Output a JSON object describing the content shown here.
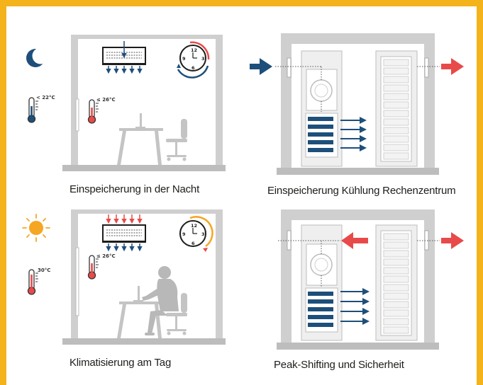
{
  "captions": {
    "night_storage": "Einspeicherung in der Nacht",
    "datacenter_storage": "Einspeicherung Kühlung Rechenzentrum",
    "day_aircon": "Klimatisierung am Tag",
    "peak_shifting": "Peak-Shifting und Sicherheit"
  },
  "temperatures": {
    "night_outdoor": "< 22°C",
    "night_indoor": "≤ 26°C",
    "day_outdoor": "30°C",
    "day_indoor": "≤ 26°C"
  },
  "clock": {
    "n12": "12",
    "n3": "3",
    "n6": "6",
    "n9": "9"
  },
  "icons": {
    "night": "moon-icon",
    "day": "sun-icon",
    "thermometer_cool": "thermometer-blue-icon",
    "thermometer_warm": "thermometer-red-icon"
  },
  "colors": {
    "frame": "#f4b31a",
    "cool_blue": "#1d4f7a",
    "warm_red": "#e84a4a",
    "sun": "#f5a623",
    "wall_grey": "#c8c8c8",
    "figure_grey": "#c4c4c4"
  }
}
